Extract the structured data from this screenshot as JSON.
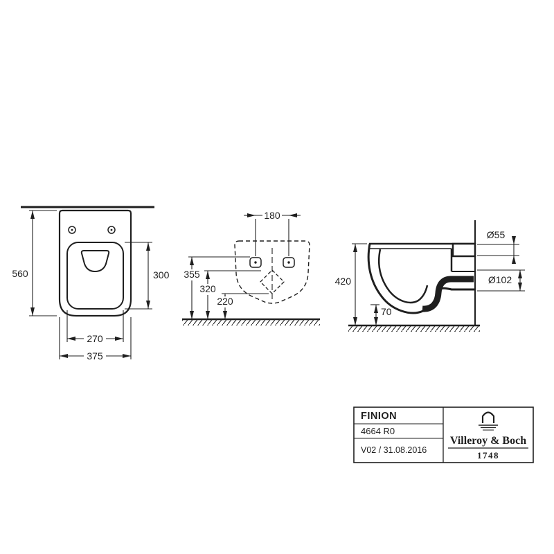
{
  "drawing": {
    "front_view": {
      "height": "560",
      "bowl_depth": "300",
      "seat_width": "270",
      "width": "375"
    },
    "rear_view": {
      "hole_spacing": "180",
      "fixing_height": "355",
      "upper_height": "320",
      "outlet_height": "220"
    },
    "side_view": {
      "inlet_diameter": "Ø55",
      "outlet_diameter": "Ø102",
      "height": "420",
      "bottom_offset": "70"
    }
  },
  "title_block": {
    "product_name": "FINION",
    "article_number": "4664 R0",
    "revision": "V02 / 31.08.2016",
    "brand_name": "Villeroy & Boch",
    "brand_year": "1748"
  },
  "icons": {
    "brand_mark": "villeroy-boch-arch-icon"
  },
  "colors": {
    "line": "#1f1f1f",
    "background": "#ffffff"
  }
}
